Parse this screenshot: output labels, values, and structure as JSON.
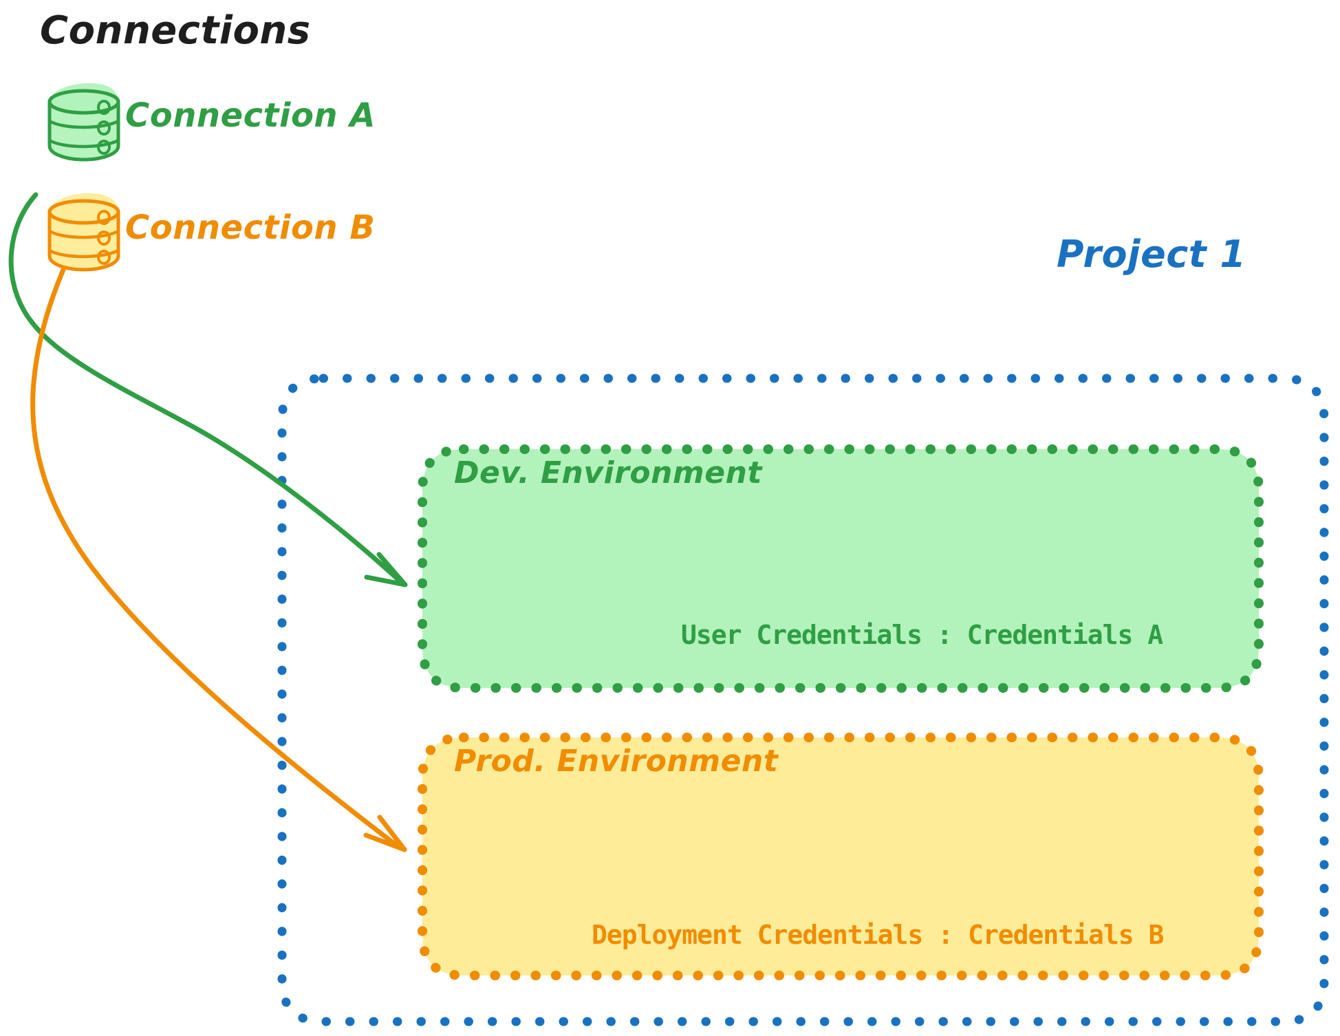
{
  "diagram": {
    "title": "Connections",
    "title_color": "#1e1e1e",
    "background": "#ffffff"
  },
  "connections": [
    {
      "id": "connection-a",
      "label": "Connection A",
      "color": "#2f9e44",
      "fill": "#b2f2bb",
      "icon": "database-icon",
      "targets": "dev-environment"
    },
    {
      "id": "connection-b",
      "label": "Connection B",
      "color": "#f08c00",
      "fill": "#ffec99",
      "icon": "database-icon",
      "targets": "prod-environment"
    }
  ],
  "project": {
    "label": "Project 1",
    "color": "#1971c2",
    "border_style": "dotted"
  },
  "environments": [
    {
      "id": "dev-environment",
      "title": "Dev. Environment",
      "credentials_label": "User Credentials",
      "credentials_separator": ":",
      "credentials_value": "Credentials A",
      "credentials_line": "User Credentials : Credentials A",
      "color": "#2f9e44",
      "fill": "#b2f2bb",
      "border_style": "dotted"
    },
    {
      "id": "prod-environment",
      "title": "Prod. Environment",
      "credentials_label": "Deployment Credentials",
      "credentials_separator": ":",
      "credentials_value": "Credentials B",
      "credentials_line": "Deployment Credentials : Credentials B",
      "color": "#f08c00",
      "fill": "#ffec99",
      "border_style": "dotted"
    }
  ],
  "arrows": [
    {
      "id": "arrow-connection-a-to-dev",
      "from": "connection-a",
      "to": "dev-environment",
      "color": "#2f9e44"
    },
    {
      "id": "arrow-connection-b-to-prod",
      "from": "connection-b",
      "to": "prod-environment",
      "color": "#f08c00"
    }
  ]
}
